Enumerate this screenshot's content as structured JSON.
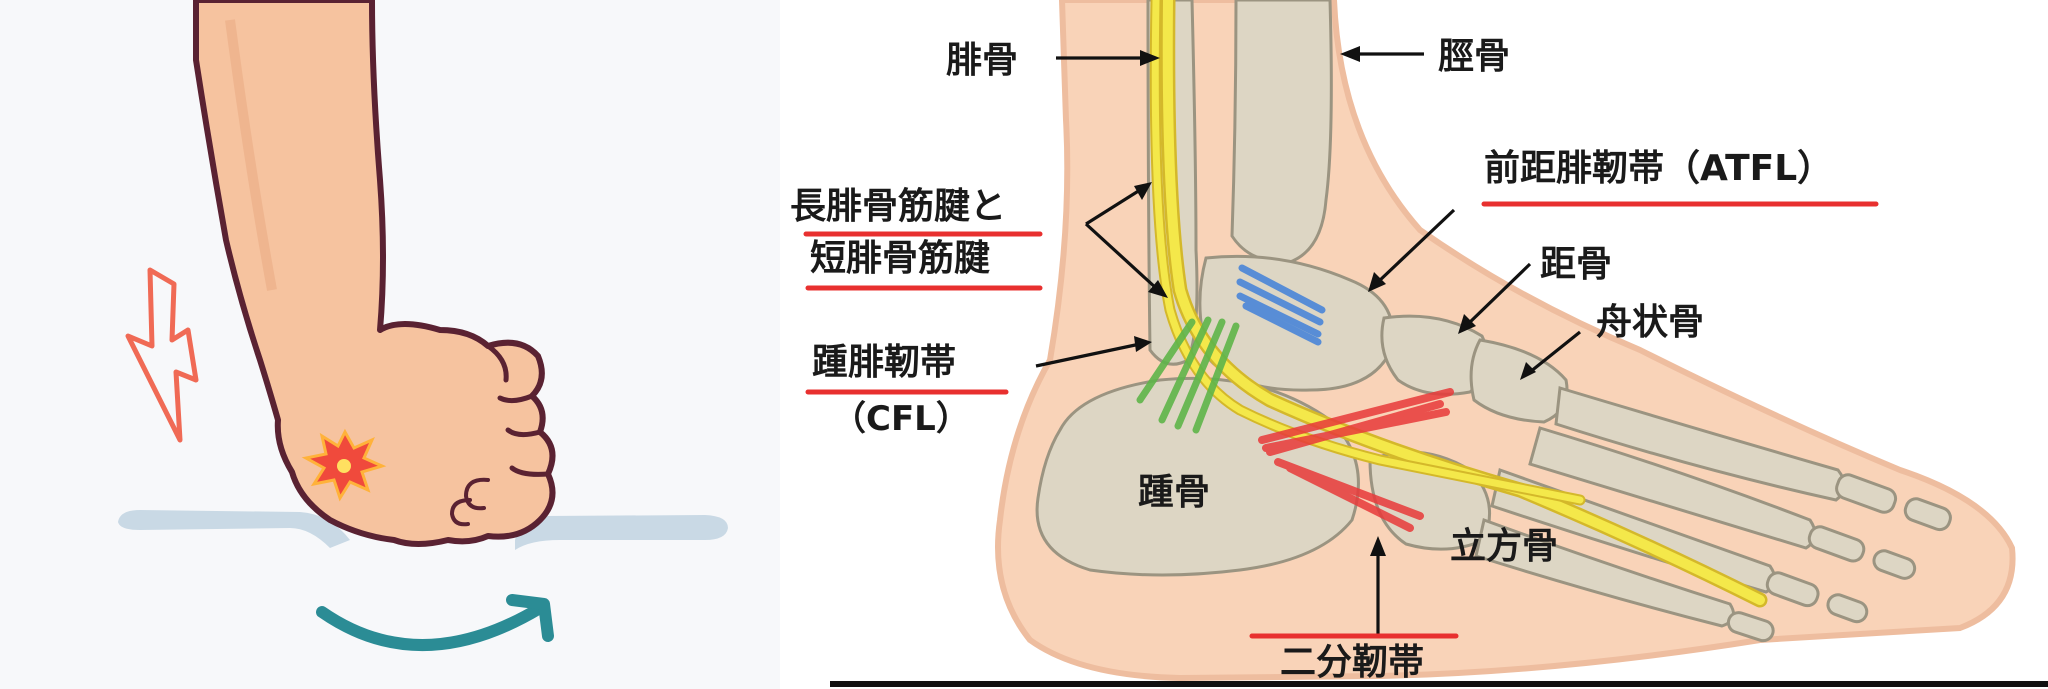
{
  "labels": {
    "fibula": "腓骨",
    "tibia": "脛骨",
    "atfl": "前距腓靭帯（ATFL）",
    "talus": "距骨",
    "navicular": "舟状骨",
    "peroneus_line1": "長腓骨筋腱と",
    "peroneus_line2": "短腓骨筋腱",
    "cfl_line1": "踵腓靭帯",
    "cfl_line2": "（CFL）",
    "calcaneus": "踵骨",
    "cuboid": "立方骨",
    "bifurcate": "二分靭帯"
  },
  "colors": {
    "skin": "#f6c6a6",
    "skin_outline": "#e8b396",
    "bone": "#ddd6c4",
    "bone_outline": "#9b9481",
    "tendon": "#f2e64a",
    "atfl": "#4a86d8",
    "cfl": "#5fb54a",
    "bifurcate": "#e83a3a",
    "underline": "#e8302f",
    "foot_skin": "#f5c19d",
    "foot_outline": "#5a2232",
    "ground": "#c8d8e4",
    "motion_arrow": "#2b8c95",
    "pain_bolt": "#f06a55"
  }
}
